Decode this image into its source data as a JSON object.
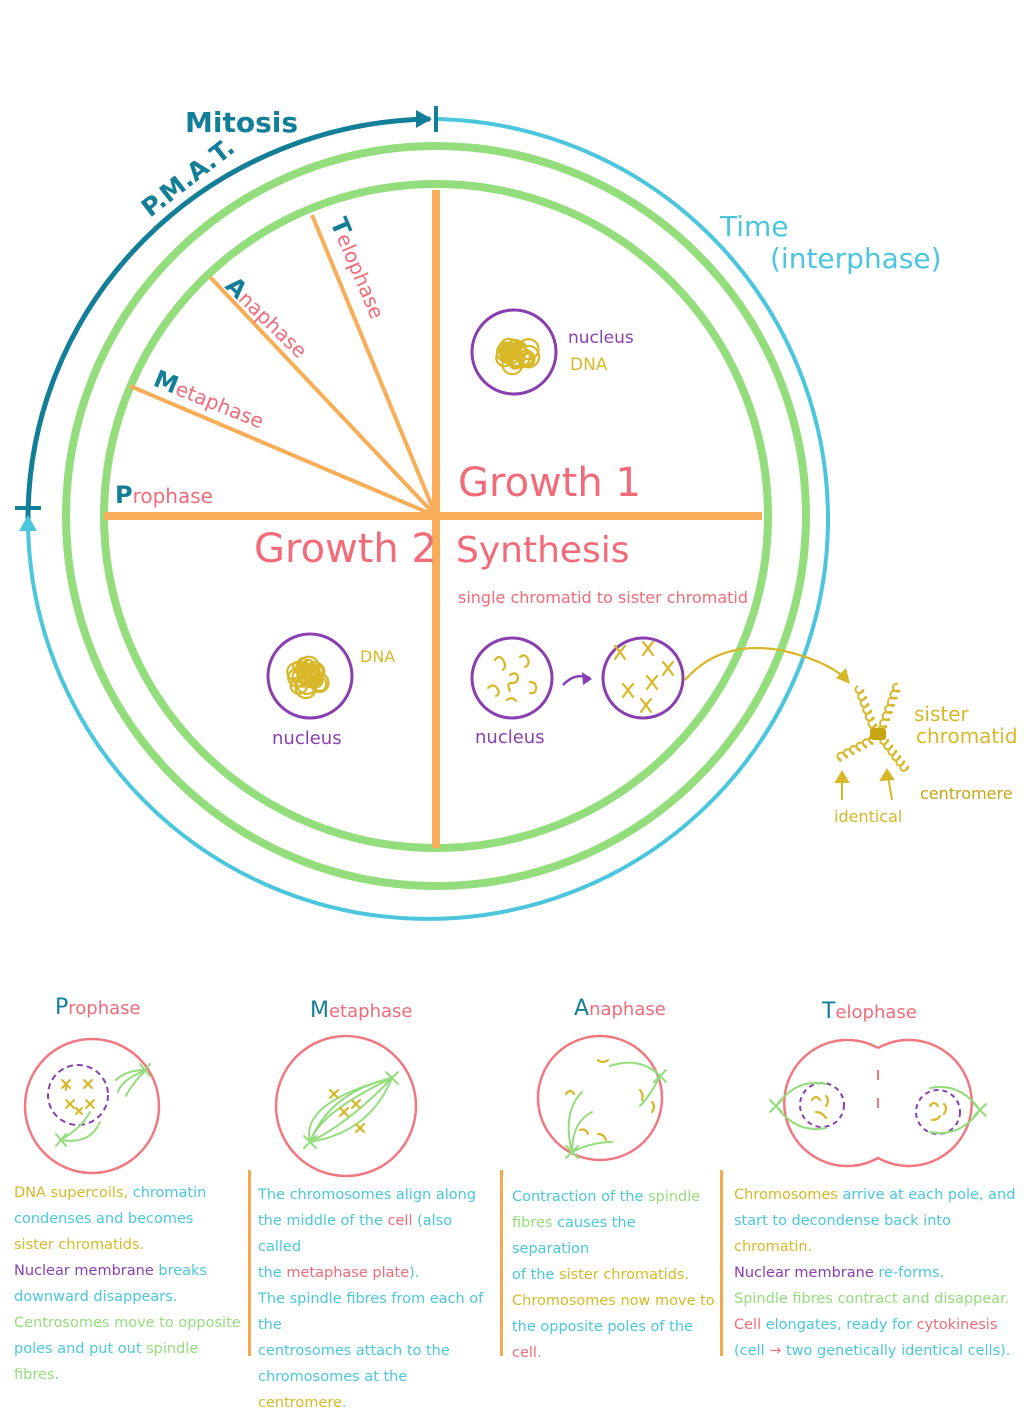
{
  "colors": {
    "teal_dark": "#137e97",
    "teal_light": "#4bc6dd",
    "green": "#94dd7c",
    "orange": "#f8ad58",
    "pink": "#f16b78",
    "purple": "#8a3fb0",
    "yellow": "#d8b829",
    "mustard": "#c7a412",
    "cell_red": "#f07881"
  },
  "cycle": {
    "mitosis": "Mitosis",
    "pmat": "P.M.A.T.",
    "time": "Time",
    "interphase": "(interphase)",
    "growth1": "Growth 1",
    "growth2": "Growth 2",
    "synthesis": "Synthesis",
    "synthesis_sub": "single chromatid to sister chromatid",
    "prophase": {
      "initial": "P",
      "rest": "rophase"
    },
    "metaphase": {
      "initial": "M",
      "rest": "etaphase"
    },
    "anaphase": {
      "initial": "A",
      "rest": "naphase"
    },
    "telophase": {
      "initial": "T",
      "rest": "elophase"
    },
    "g1_nucleus": "nucleus",
    "g1_dna": "DNA",
    "g2_dna": "DNA",
    "g2_nucleus": "nucleus",
    "s_nucleus": "nucleus",
    "sister_chromatid_1": "sister",
    "sister_chromatid_2": "chromatid",
    "centromere": "centromere",
    "identical": "identical"
  },
  "stages": {
    "prophase": {
      "initial": "P",
      "rest": "rophase",
      "lines": [
        [
          {
            "t": "DNA supercoils, ",
            "c": "yellow"
          },
          {
            "t": "chromatin",
            "c": "teal"
          }
        ],
        [
          {
            "t": "condenses and becomes",
            "c": "teal"
          }
        ],
        [
          {
            "t": "sister chromatids.",
            "c": "yellow"
          }
        ],
        [
          {
            "t": "Nuclear membrane",
            "c": "purple"
          },
          {
            "t": " breaks",
            "c": "teal"
          }
        ],
        [
          {
            "t": "downward disappears.",
            "c": "teal"
          }
        ],
        [
          {
            "t": "Centrosomes move to opposite",
            "c": "green"
          }
        ],
        [
          {
            "t": "poles and put out ",
            "c": "teal"
          },
          {
            "t": "spindle fibres",
            "c": "green"
          },
          {
            "t": ".",
            "c": "teal"
          }
        ]
      ]
    },
    "metaphase": {
      "initial": "M",
      "rest": "etaphase",
      "lines": [
        [
          {
            "t": "The chromosomes align along",
            "c": "teal"
          }
        ],
        [
          {
            "t": "the middle of the ",
            "c": "teal"
          },
          {
            "t": "cell",
            "c": "pink"
          },
          {
            "t": " (also called",
            "c": "teal"
          }
        ],
        [
          {
            "t": "the ",
            "c": "teal"
          },
          {
            "t": "metaphase plate",
            "c": "pink"
          },
          {
            "t": ").",
            "c": "teal"
          }
        ],
        [
          {
            "t": "The spindle fibres from each of the",
            "c": "teal"
          }
        ],
        [
          {
            "t": "centrosomes attach to the",
            "c": "teal"
          }
        ],
        [
          {
            "t": "chromosomes at the ",
            "c": "teal"
          },
          {
            "t": "centromere",
            "c": "yellow"
          },
          {
            "t": ".",
            "c": "teal"
          }
        ]
      ]
    },
    "anaphase": {
      "initial": "A",
      "rest": "naphase",
      "lines": [
        [
          {
            "t": "Contraction of the ",
            "c": "teal"
          },
          {
            "t": "spindle",
            "c": "green"
          }
        ],
        [
          {
            "t": "fibres",
            "c": "green"
          },
          {
            "t": " causes the separation",
            "c": "teal"
          }
        ],
        [
          {
            "t": "of the ",
            "c": "teal"
          },
          {
            "t": "sister chromatids.",
            "c": "yellow"
          }
        ],
        [
          {
            "t": "Chromosomes now move to",
            "c": "yellow"
          }
        ],
        [
          {
            "t": "the opposite poles of the",
            "c": "teal"
          }
        ],
        [
          {
            "t": "cell",
            "c": "pink"
          },
          {
            "t": ".",
            "c": "teal"
          }
        ]
      ]
    },
    "telophase": {
      "initial": "T",
      "rest": "elophase",
      "lines": [
        [
          {
            "t": "Chromosomes",
            "c": "yellow"
          },
          {
            "t": " arrive at each pole, and",
            "c": "teal"
          }
        ],
        [
          {
            "t": "start to decondense back into",
            "c": "teal"
          }
        ],
        [
          {
            "t": "chromatin.",
            "c": "yellow"
          }
        ],
        [
          {
            "t": "Nuclear membrane",
            "c": "purple"
          },
          {
            "t": " re-forms.",
            "c": "teal"
          }
        ],
        [
          {
            "t": "Spindle fibres contract and disappear.",
            "c": "green"
          }
        ],
        [
          {
            "t": "Cell",
            "c": "pink"
          },
          {
            "t": " elongates, ready for ",
            "c": "teal"
          },
          {
            "t": "cytokinesis",
            "c": "pink"
          }
        ],
        [
          {
            "t": "(cell ",
            "c": "teal"
          },
          {
            "t": "→",
            "c": "pink"
          },
          {
            "t": " two genetically identical cells).",
            "c": "teal"
          }
        ]
      ]
    }
  }
}
